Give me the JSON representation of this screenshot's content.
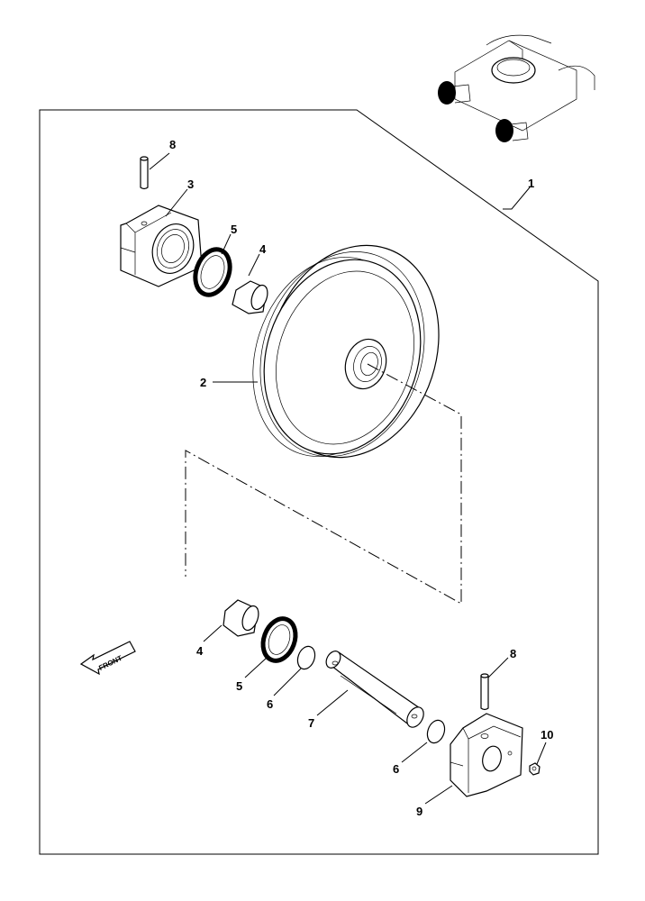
{
  "diagram": {
    "direction_label": "FRONT",
    "callouts": [
      {
        "id": "callout-1",
        "text": "1"
      },
      {
        "id": "callout-2",
        "text": "2"
      },
      {
        "id": "callout-3",
        "text": "3"
      },
      {
        "id": "callout-4-top",
        "text": "4"
      },
      {
        "id": "callout-5-top",
        "text": "5"
      },
      {
        "id": "callout-8-top",
        "text": "8"
      },
      {
        "id": "callout-4-bottom",
        "text": "4"
      },
      {
        "id": "callout-5-bottom",
        "text": "5"
      },
      {
        "id": "callout-6-left",
        "text": "6"
      },
      {
        "id": "callout-7",
        "text": "7"
      },
      {
        "id": "callout-6-right",
        "text": "6"
      },
      {
        "id": "callout-8-bottom",
        "text": "8"
      },
      {
        "id": "callout-9",
        "text": "9"
      },
      {
        "id": "callout-10",
        "text": "10"
      }
    ]
  }
}
